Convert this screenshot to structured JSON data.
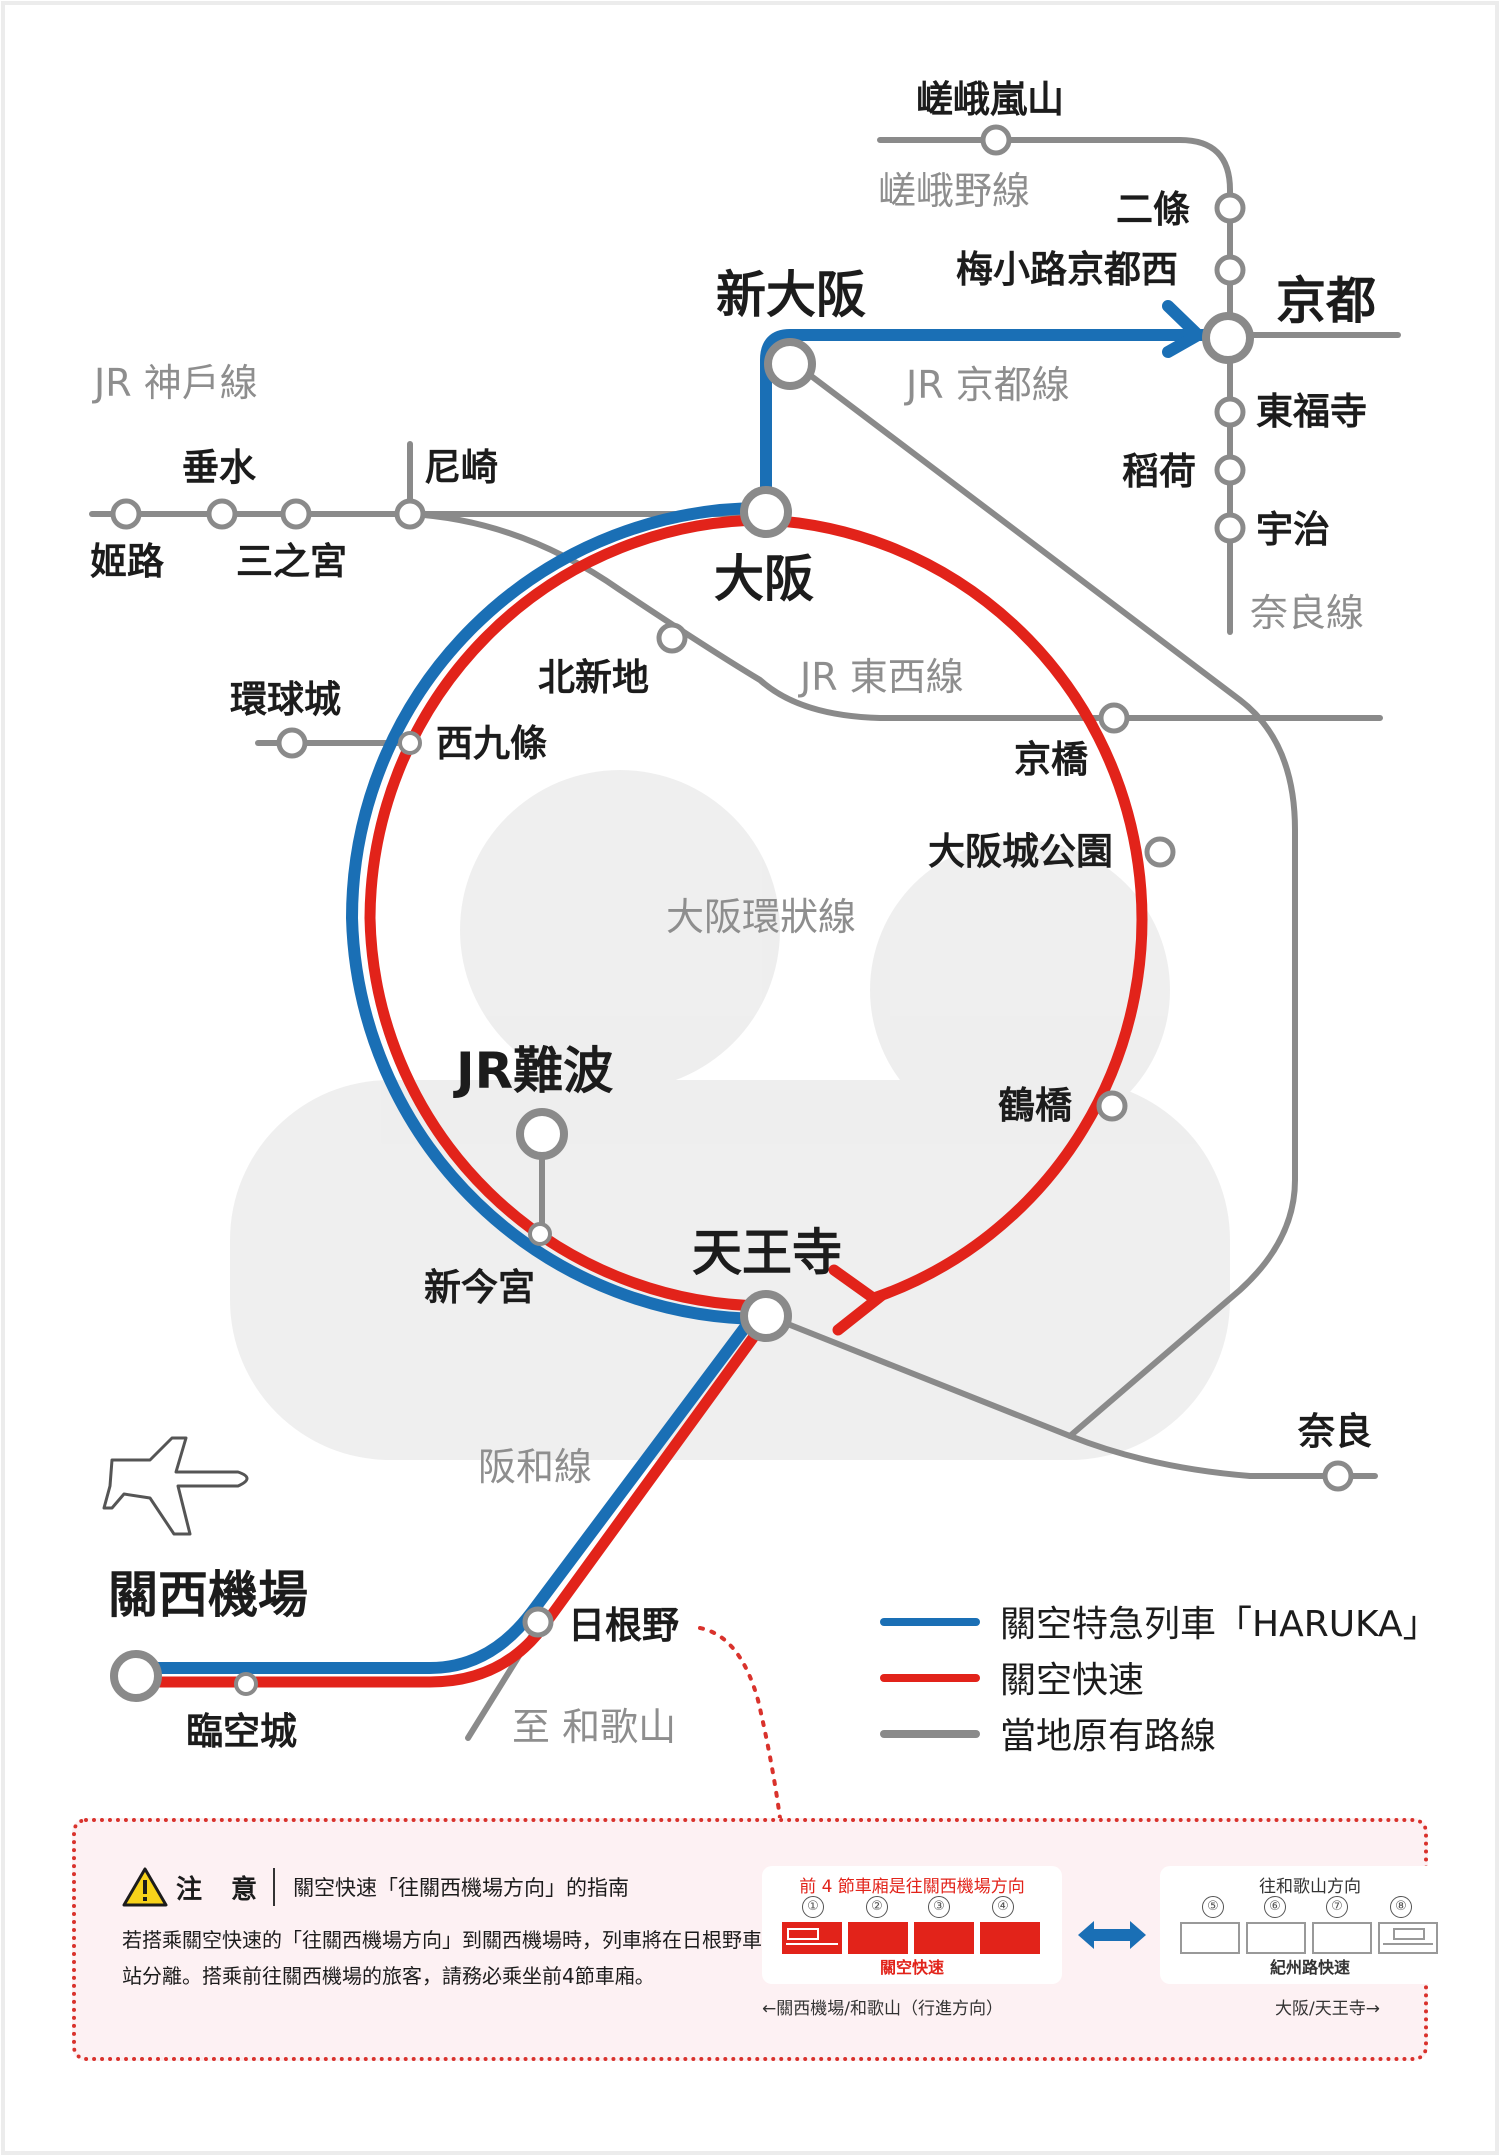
{
  "lines": {
    "kobe": "JR 神戶線",
    "sagano": "嵯峨野線",
    "kyoto": "JR 京都線",
    "nara": "奈良線",
    "tozai": "JR 東西線",
    "loop": "大阪環狀線",
    "hanwa": "阪和線",
    "wakayama": "至 和歌山"
  },
  "stations": {
    "saga_arashiyama": "嵯峨嵐山",
    "nijo": "二條",
    "umekoji": "梅小路京都西",
    "kyoto": "京都",
    "tofukuji": "東福寺",
    "inari": "稻荷",
    "uji": "宇治",
    "shin_osaka": "新大阪",
    "himeji": "姬路",
    "tarumi": "垂水",
    "sannomiya": "三之宮",
    "amagasaki": "尼崎",
    "osaka": "大阪",
    "kitashinchi": "北新地",
    "universal": "環球城",
    "nishikujo": "西九條",
    "kyobashi": "京橋",
    "osakajokoen": "大阪城公園",
    "jr_namba": "JR難波",
    "tsuruhashi": "鶴橋",
    "shin_imamiya": "新今宮",
    "tennoji": "天王寺",
    "nara": "奈良",
    "kansai_airport": "關西機場",
    "hineno": "日根野",
    "rinku": "臨空城"
  },
  "legend": [
    {
      "label": "關空特急列車「HARUKA」",
      "color": "#1a6fb5"
    },
    {
      "label": "關空快速",
      "color": "#e2231a"
    },
    {
      "label": "當地原有路線",
      "color": "#8a8a8a"
    }
  ],
  "notice": {
    "title": "注 意",
    "subtitle": "關空快速「往關西機場方向」的指南",
    "body": "若搭乘關空快速的「往關西機場方向」到關西機場時，列車將在日根野車站分離。搭乘前往關西機場的旅客，請務必乘坐前4節車廂。",
    "front_cars_caption": "前 4 節車廂是往關西機場方向",
    "front_cars_name": "關空快速",
    "rear_cars_caption": "往和歌山方向",
    "rear_cars_name": "紀州路快速",
    "car_numbers": [
      "①",
      "②",
      "③",
      "④",
      "⑤",
      "⑥",
      "⑦",
      "⑧"
    ],
    "dir_left": "←關西機場/和歌山（行進方向）",
    "dir_right": "大阪/天王寺→"
  },
  "colors": {
    "haruka": "#1a6fb5",
    "kanku": "#e2231a",
    "local": "#8a8a8a",
    "accent": "#d9322c",
    "notice_bg": "#fdf1f3"
  },
  "icons": [
    "airplane-icon",
    "warning-icon",
    "double-arrow-icon",
    "train-icon"
  ]
}
